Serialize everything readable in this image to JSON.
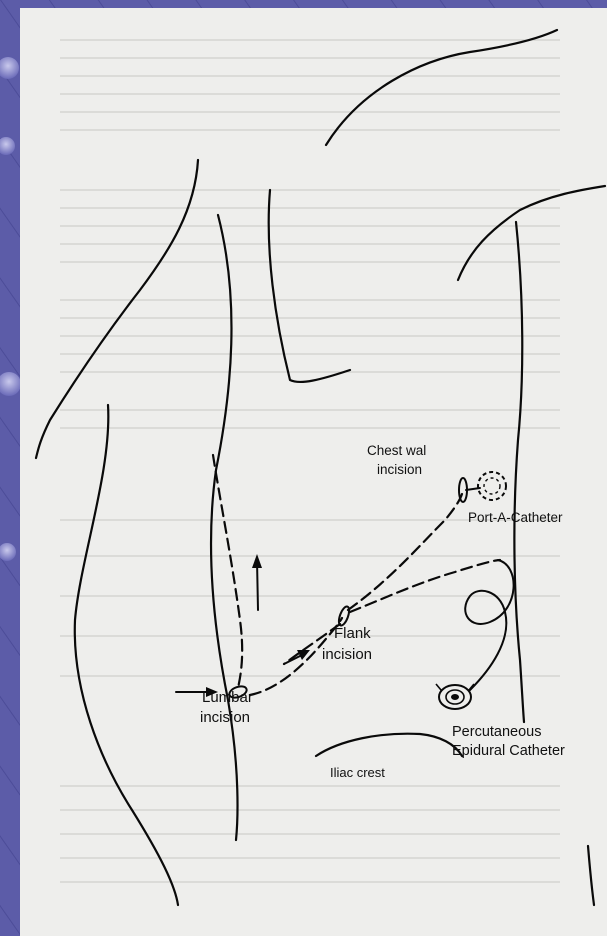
{
  "colors": {
    "slide_background": "#5c5ca8",
    "page": "#eeeeec",
    "ink": "#0a0a0a"
  },
  "labels": {
    "chest_wall_incision_1": "Chest wal",
    "chest_wall_incision_2": "incision",
    "port_a_catheter": "Port-A-Catheter",
    "flank_incision_1": "Flank",
    "flank_incision_2": "incision",
    "lumbar_incision_1": "Lumbar",
    "lumbar_incision_2": "incision",
    "percutaneous_1": "Percutaneous",
    "percutaneous_2": "Epidural Catheter",
    "iliac_crest": "Iliac crest"
  }
}
